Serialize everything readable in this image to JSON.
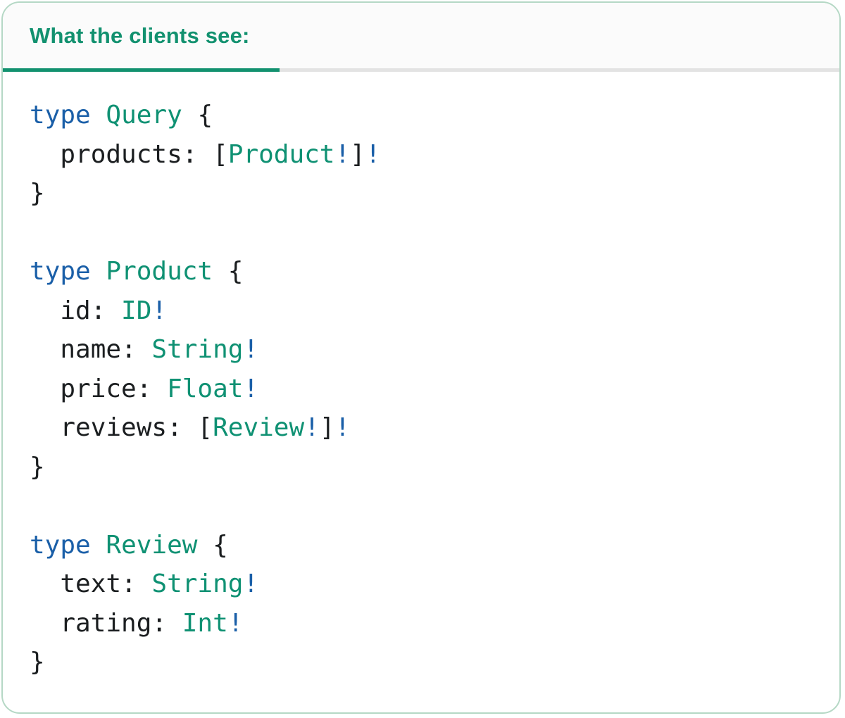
{
  "tab": {
    "label": "What the clients see:"
  },
  "colors": {
    "accent_teal": "#12916F",
    "keyword_blue": "#1A5FA8",
    "type_name_teal": "#0F9173",
    "code_text": "#1B1E20",
    "divider_gray": "#E3E3E3",
    "card_border_green": "#B5D8C5",
    "header_background": "#FBFBFB",
    "body_background": "#FFFFFF"
  },
  "code": {
    "language": "graphql",
    "lines": [
      [
        {
          "t": "type",
          "c": "kw"
        },
        {
          "t": " ",
          "c": "pl"
        },
        {
          "t": "Query",
          "c": "ty"
        },
        {
          "t": " {",
          "c": "pl"
        }
      ],
      [
        {
          "t": "  products: [",
          "c": "pl"
        },
        {
          "t": "Product",
          "c": "ty"
        },
        {
          "t": "!",
          "c": "kw"
        },
        {
          "t": "]",
          "c": "pl"
        },
        {
          "t": "!",
          "c": "kw"
        }
      ],
      [
        {
          "t": "}",
          "c": "pl"
        }
      ],
      [],
      [
        {
          "t": "type",
          "c": "kw"
        },
        {
          "t": " ",
          "c": "pl"
        },
        {
          "t": "Product",
          "c": "ty"
        },
        {
          "t": " {",
          "c": "pl"
        }
      ],
      [
        {
          "t": "  id: ",
          "c": "pl"
        },
        {
          "t": "ID",
          "c": "ty"
        },
        {
          "t": "!",
          "c": "kw"
        }
      ],
      [
        {
          "t": "  name: ",
          "c": "pl"
        },
        {
          "t": "String",
          "c": "ty"
        },
        {
          "t": "!",
          "c": "kw"
        }
      ],
      [
        {
          "t": "  price: ",
          "c": "pl"
        },
        {
          "t": "Float",
          "c": "ty"
        },
        {
          "t": "!",
          "c": "kw"
        }
      ],
      [
        {
          "t": "  reviews: [",
          "c": "pl"
        },
        {
          "t": "Review",
          "c": "ty"
        },
        {
          "t": "!",
          "c": "kw"
        },
        {
          "t": "]",
          "c": "pl"
        },
        {
          "t": "!",
          "c": "kw"
        }
      ],
      [
        {
          "t": "}",
          "c": "pl"
        }
      ],
      [],
      [
        {
          "t": "type",
          "c": "kw"
        },
        {
          "t": " ",
          "c": "pl"
        },
        {
          "t": "Review",
          "c": "ty"
        },
        {
          "t": " {",
          "c": "pl"
        }
      ],
      [
        {
          "t": "  text: ",
          "c": "pl"
        },
        {
          "t": "String",
          "c": "ty"
        },
        {
          "t": "!",
          "c": "kw"
        }
      ],
      [
        {
          "t": "  rating: ",
          "c": "pl"
        },
        {
          "t": "Int",
          "c": "ty"
        },
        {
          "t": "!",
          "c": "kw"
        }
      ],
      [
        {
          "t": "}",
          "c": "pl"
        }
      ]
    ]
  }
}
